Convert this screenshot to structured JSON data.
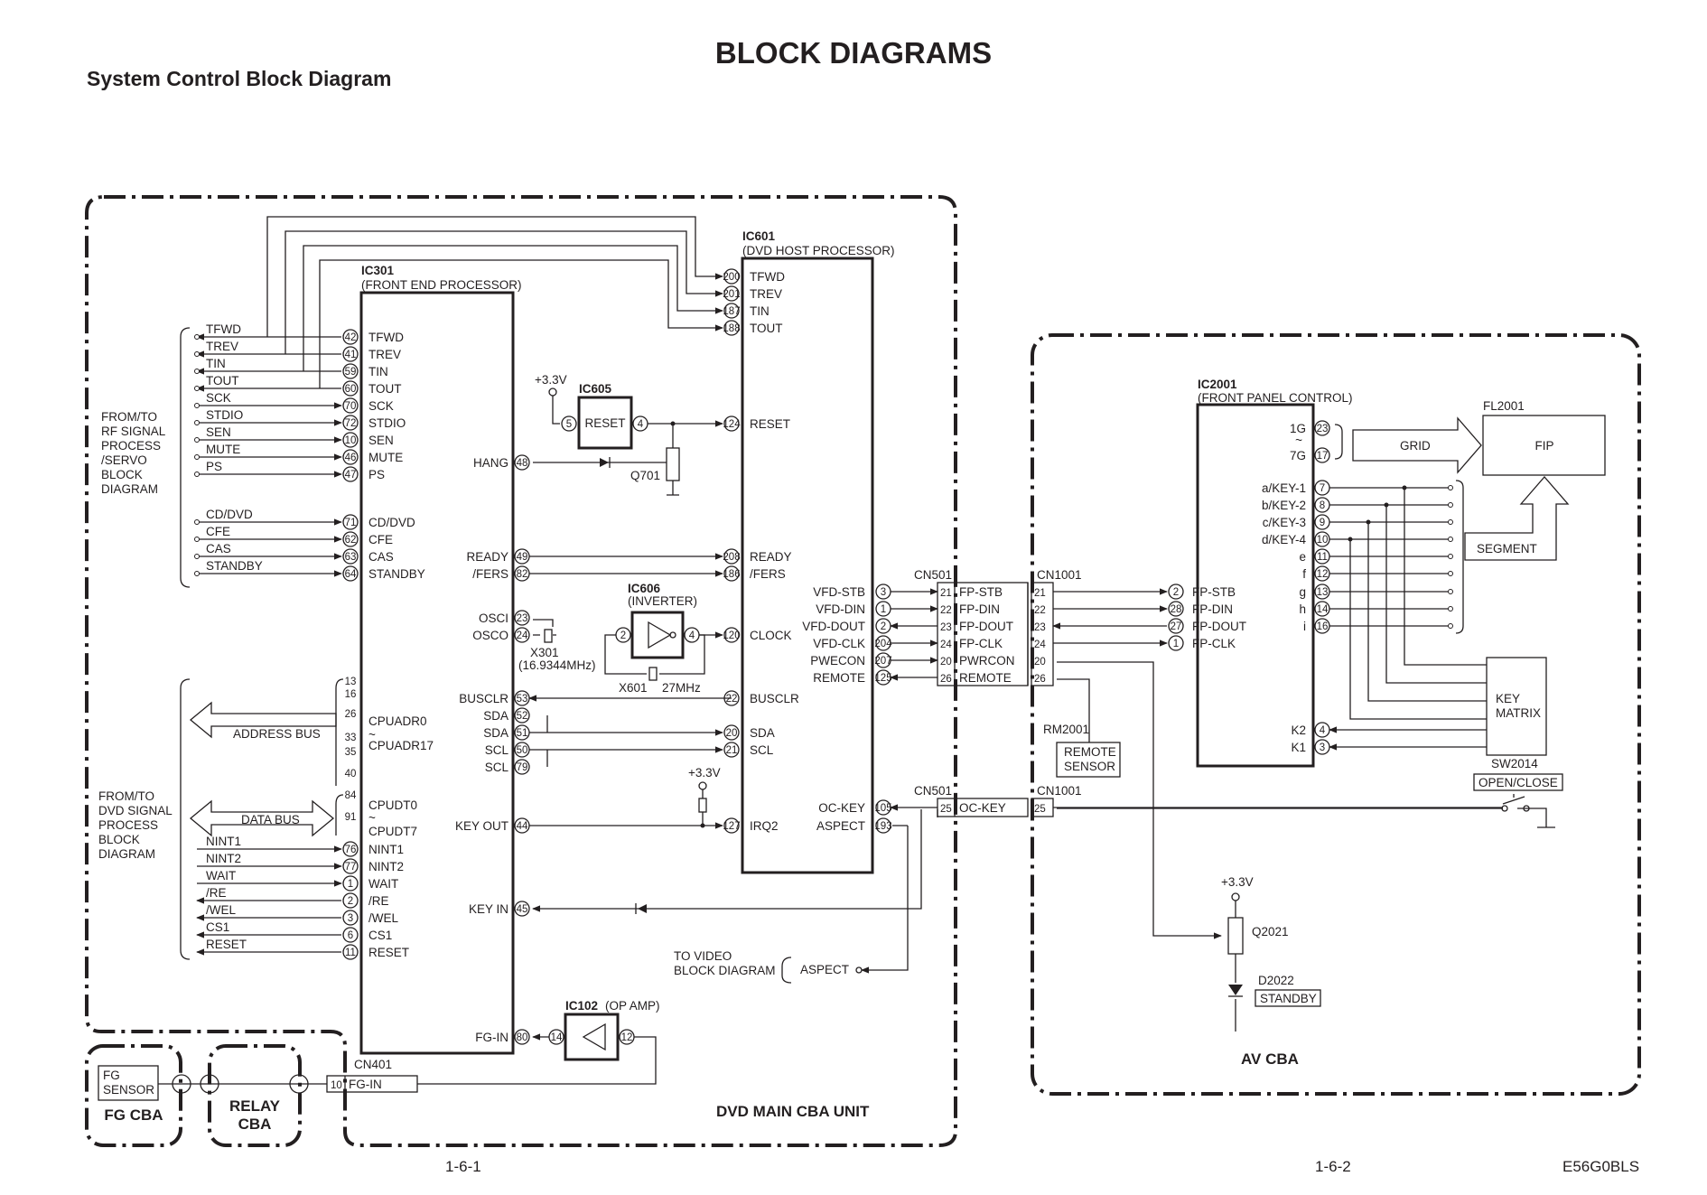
{
  "header": {
    "title": "BLOCK DIAGRAMS",
    "subtitle": "System Control Block Diagram"
  },
  "units": {
    "dvd_main": "DVD MAIN CBA UNIT",
    "av": "AV CBA",
    "fg": "FG CBA",
    "relay": [
      "RELAY",
      "CBA"
    ]
  },
  "ic301": {
    "name": "IC301",
    "desc": "(FRONT END PROCESSOR)"
  },
  "ic601": {
    "name": "IC601",
    "desc": "(DVD HOST PROCESSOR)"
  },
  "ic2001": {
    "name": "IC2001",
    "desc": "(FRONT PANEL CONTROL)"
  },
  "ic605": {
    "name": "IC605",
    "block": "RESET",
    "supply": "+3.3V",
    "q": "Q701"
  },
  "ic606": {
    "name": "IC606",
    "desc": "(INVERTER)",
    "x301": "X301",
    "x301f": "(16.9344MHz)",
    "x601": "X601",
    "x601f": "27MHz"
  },
  "ic102": {
    "name": "IC102",
    "desc": "(OP AMP)"
  },
  "groups": {
    "rf": [
      "FROM/TO",
      "RF SIGNAL",
      "PROCESS",
      "/SERVO",
      "BLOCK",
      "DIAGRAM"
    ],
    "dvd": [
      "FROM/TO",
      "DVD SIGNAL",
      "PROCESS",
      "BLOCK",
      "DIAGRAM"
    ],
    "addr_bus": "ADDRESS  BUS",
    "data_bus": "DATA  BUS",
    "video": [
      "TO VIDEO",
      "BLOCK DIAGRAM"
    ]
  },
  "left_signals": [
    "TFWD",
    "TREV",
    "TIN",
    "TOUT",
    "SCK",
    "STDIO",
    "SEN",
    "MUTE",
    "PS",
    "CD/DVD",
    "CFE",
    "CAS",
    "STANDBY"
  ],
  "ic301_pins_top": [
    {
      "pin": "42",
      "name": "TFWD"
    },
    {
      "pin": "41",
      "name": "TREV"
    },
    {
      "pin": "59",
      "name": "TIN"
    },
    {
      "pin": "60",
      "name": "TOUT"
    },
    {
      "pin": "70",
      "name": "SCK"
    },
    {
      "pin": "72",
      "name": "STDIO"
    },
    {
      "pin": "10",
      "name": "SEN"
    },
    {
      "pin": "46",
      "name": "MUTE"
    },
    {
      "pin": "47",
      "name": "PS"
    },
    {
      "pin": "71",
      "name": "CD/DVD"
    },
    {
      "pin": "62",
      "name": "CFE"
    },
    {
      "pin": "63",
      "name": "CAS"
    },
    {
      "pin": "64",
      "name": "STANDBY"
    }
  ],
  "ic301_bus_pins": [
    "13",
    "16",
    "26",
    "33",
    "35",
    "40",
    "84",
    "91"
  ],
  "ic301_bus_names": [
    "CPUADR0",
    "~",
    "CPUADR17",
    "CPUDT0",
    "~",
    "CPUDT7"
  ],
  "bottom_signals": [
    "NINT1",
    "NINT2",
    "WAIT",
    "/RE",
    "/WEL",
    "CS1",
    "RESET"
  ],
  "ic301_pins_bottom": [
    {
      "pin": "76",
      "name": "NINT1"
    },
    {
      "pin": "77",
      "name": "NINT2"
    },
    {
      "pin": "1",
      "name": "WAIT"
    },
    {
      "pin": "2",
      "name": "/RE"
    },
    {
      "pin": "3",
      "name": "/WEL"
    },
    {
      "pin": "6",
      "name": "CS1"
    },
    {
      "pin": "11",
      "name": "RESET"
    }
  ],
  "ic301_right_pins": [
    {
      "pin": "48",
      "name": "HANG"
    },
    {
      "pin": "49",
      "name": "READY"
    },
    {
      "pin": "82",
      "name": "/FERS"
    },
    {
      "pin": "23",
      "name": "OSCI"
    },
    {
      "pin": "24",
      "name": "OSCO"
    },
    {
      "pin": "53",
      "name": "BUSCLR"
    },
    {
      "pin": "52",
      "name": "SDA"
    },
    {
      "pin": "51",
      "name": "SDA"
    },
    {
      "pin": "50",
      "name": "SCL"
    },
    {
      "pin": "79",
      "name": "SCL"
    },
    {
      "pin": "44",
      "name": "KEY  OUT"
    },
    {
      "pin": "45",
      "name": "KEY  IN"
    },
    {
      "pin": "80",
      "name": "FG-IN"
    }
  ],
  "ic601_left_pins": [
    {
      "pin": "200",
      "name": "TFWD"
    },
    {
      "pin": "201",
      "name": "TREV"
    },
    {
      "pin": "187",
      "name": "TIN"
    },
    {
      "pin": "188",
      "name": "TOUT"
    },
    {
      "pin": "124",
      "name": "RESET"
    },
    {
      "pin": "208",
      "name": "READY"
    },
    {
      "pin": "186",
      "name": "/FERS"
    },
    {
      "pin": "120",
      "name": "CLOCK"
    },
    {
      "pin": "22",
      "name": "BUSCLR"
    },
    {
      "pin": "20",
      "name": "SDA"
    },
    {
      "pin": "21",
      "name": "SCL"
    },
    {
      "pin": "127",
      "name": "IRQ2"
    }
  ],
  "ic601_right_pins": [
    {
      "pin": "3",
      "name": "VFD-STB"
    },
    {
      "pin": "1",
      "name": "VFD-DIN"
    },
    {
      "pin": "2",
      "name": "VFD-DOUT"
    },
    {
      "pin": "204",
      "name": "VFD-CLK"
    },
    {
      "pin": "207",
      "name": "PWECON"
    },
    {
      "pin": "125",
      "name": "REMOTE"
    },
    {
      "pin": "105",
      "name": "OC-KEY"
    },
    {
      "pin": "193",
      "name": "ASPECT"
    }
  ],
  "inv_pins": [
    "2",
    "4"
  ],
  "reset_pins": [
    "5",
    "4"
  ],
  "ic102_pins": [
    "14",
    "12"
  ],
  "cn501": {
    "name": "CN501",
    "rows": [
      {
        "pin": "21",
        "name": "FP-STB"
      },
      {
        "pin": "22",
        "name": "FP-DIN"
      },
      {
        "pin": "23",
        "name": "FP-DOUT"
      },
      {
        "pin": "24",
        "name": "FP-CLK"
      },
      {
        "pin": "20",
        "name": "PWRCON"
      },
      {
        "pin": "26",
        "name": "REMOTE"
      }
    ],
    "ockey": {
      "pin": "25",
      "name": "OC-KEY"
    }
  },
  "cn1001": {
    "name": "CN1001",
    "pins": [
      "21",
      "22",
      "23",
      "24",
      "20",
      "26"
    ],
    "ockey": "25"
  },
  "cn401": {
    "name": "CN401",
    "pin": "10",
    "signal": "FG-IN"
  },
  "remote_sensor": {
    "name": "RM2001",
    "label": [
      "REMOTE",
      "SENSOR"
    ]
  },
  "ic2001_fp_pins": [
    {
      "pin": "2",
      "name": "FP-STB"
    },
    {
      "pin": "28",
      "name": "FP-DIN"
    },
    {
      "pin": "27",
      "name": "FP-DOUT"
    },
    {
      "pin": "1",
      "name": "FP-CLK"
    }
  ],
  "ic2001_key_pins": [
    {
      "pin": "7",
      "name": "a/KEY-1"
    },
    {
      "pin": "8",
      "name": "b/KEY-2"
    },
    {
      "pin": "9",
      "name": "c/KEY-3"
    },
    {
      "pin": "10",
      "name": "d/KEY-4"
    },
    {
      "pin": "11",
      "name": "e"
    },
    {
      "pin": "12",
      "name": "f"
    },
    {
      "pin": "13",
      "name": "g"
    },
    {
      "pin": "14",
      "name": "h"
    },
    {
      "pin": "16",
      "name": "i"
    }
  ],
  "ic2001_grid": {
    "pins": [
      "23",
      "17"
    ],
    "names": [
      "1G",
      "~",
      "7G"
    ],
    "label": "GRID"
  },
  "ic2001_k": [
    {
      "pin": "4",
      "name": "K2"
    },
    {
      "pin": "3",
      "name": "K1"
    }
  ],
  "fip": {
    "ref": "FL2001",
    "label": "FIP",
    "segment": "SEGMENT"
  },
  "key_matrix": [
    "KEY",
    "MATRIX"
  ],
  "sw2014": {
    "ref": "SW2014",
    "label": "OPEN/CLOSE"
  },
  "q2021": {
    "ref": "Q2021",
    "supply": "+3.3V"
  },
  "d2022": {
    "ref": "D2022",
    "label": "STANDBY"
  },
  "ic601_supply": "+3.3V",
  "aspect_out": "ASPECT",
  "fg_sensor": [
    "FG",
    "SENSOR"
  ],
  "footer": {
    "left": "1-6-1",
    "mid": "1-6-2",
    "right": "E56G0BLS"
  }
}
